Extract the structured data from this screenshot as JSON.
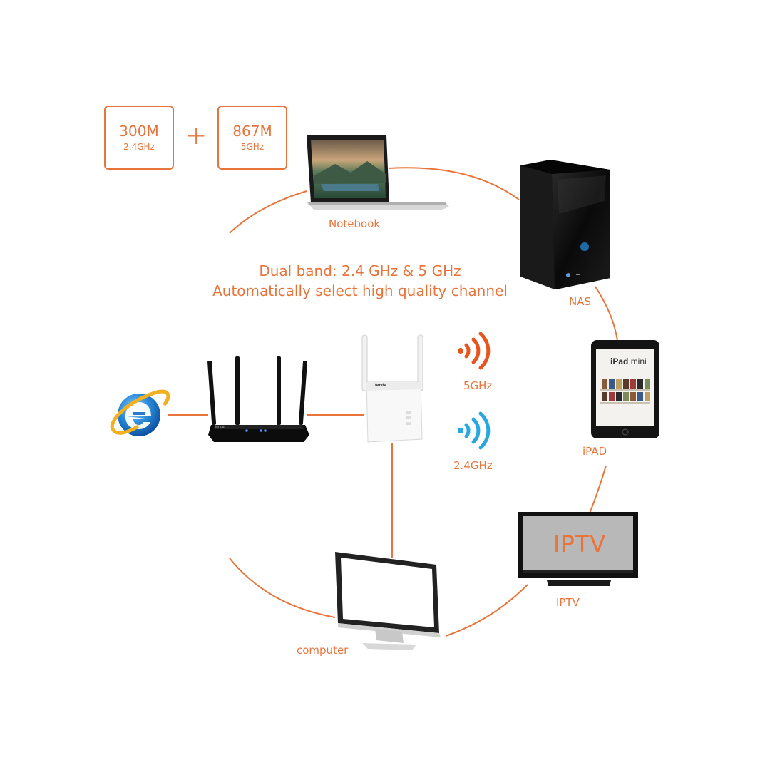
{
  "colors": {
    "accent": "#e8743b",
    "band_5g": "#e8541e",
    "band_24g": "#29a8e0",
    "device_dark": "#111111",
    "iptv_screen": "#b8b8b8"
  },
  "speeds": [
    {
      "rate": "300M",
      "band": "2.4GHz"
    },
    {
      "rate": "867M",
      "band": "5GHz"
    }
  ],
  "plus_sign": "+",
  "headline": {
    "line1": "Dual band: 2.4 GHz & 5 GHz",
    "line2": "Automatically select high quality channel"
  },
  "devices": {
    "notebook": "Notebook",
    "nas": "NAS",
    "ipad": "iPAD",
    "iptv": "IPTV",
    "computer": "computer"
  },
  "iptv_screen_text": "IPTV",
  "ipad_screen": {
    "title_bold": "iPad",
    "title_light": "mini"
  },
  "extender_brand": "tenda",
  "router_brand": "tenda",
  "bands": {
    "band_5g_label": "5GHz",
    "band_24g_label": "2.4GHz"
  },
  "icons": [
    "internet-explorer-icon",
    "wifi-signal-5g-icon",
    "wifi-signal-24g-icon"
  ]
}
